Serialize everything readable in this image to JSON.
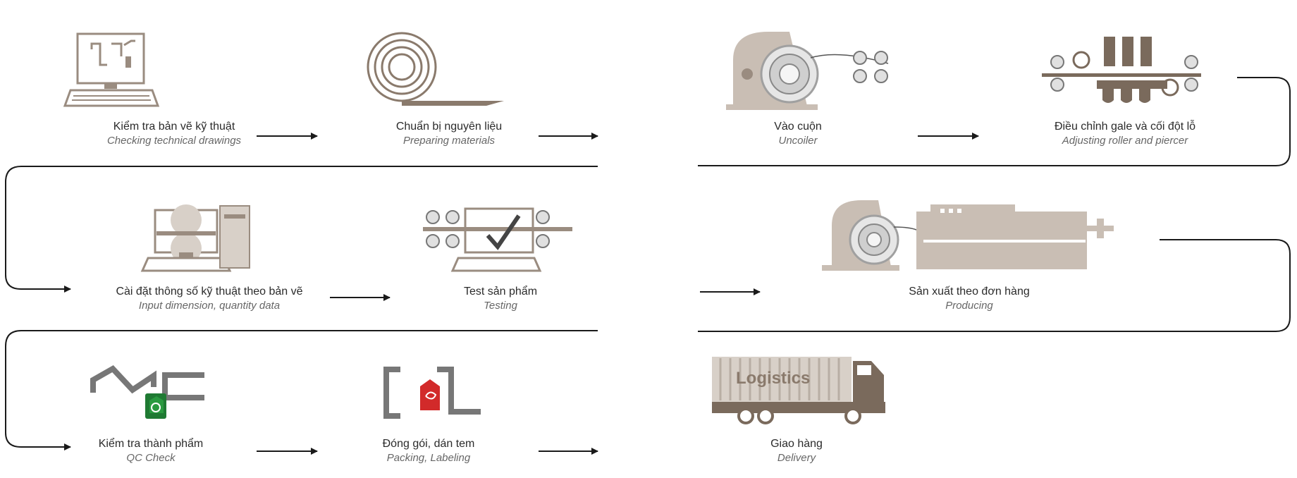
{
  "colors": {
    "primary": "#b2aaa0",
    "dark": "#7a6a5c",
    "line": "#1a1a1a",
    "green": "#2a8a3c",
    "red": "#d22a2a",
    "steel": "#555555"
  },
  "steps": [
    {
      "vi": "Kiểm tra bản vẽ kỹ thuật",
      "en": "Checking technical drawings",
      "icon": "computer-drawing-icon"
    },
    {
      "vi": "Chuẩn bị nguyên liệu",
      "en": "Preparing materials",
      "icon": "steel-coil-icon"
    },
    {
      "vi": "Vào cuộn",
      "en": "Uncoiler",
      "icon": "uncoiler-icon"
    },
    {
      "vi": "Điều chỉnh gale và cối đột lỗ",
      "en": "Adjusting roller and piercer",
      "icon": "roller-piercer-icon"
    },
    {
      "vi": "Cài đặt thông số kỹ thuật theo bản vẽ",
      "en": "Input dimension, quantity  data",
      "icon": "computer-setup-icon"
    },
    {
      "vi": "Test sản phẩm",
      "en": "Testing",
      "icon": "test-check-icon"
    },
    {
      "vi": "Sản xuất theo đơn hàng",
      "en": "Producing",
      "icon": "production-machine-icon"
    },
    {
      "vi": "Kiểm tra thành phẩm",
      "en": "QC Check",
      "icon": "qc-profile-icon"
    },
    {
      "vi": "Đóng gói, dán tem",
      "en": "Packing, Labeling",
      "icon": "package-label-icon"
    },
    {
      "vi": "Giao hàng",
      "en": "Delivery",
      "icon": "delivery-truck-icon"
    }
  ],
  "truck_text": "Logistics"
}
